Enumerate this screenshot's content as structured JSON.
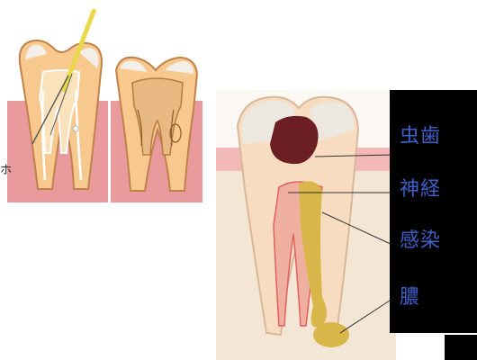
{
  "labels": {
    "cavity": "虫歯",
    "nerve": "神経",
    "infection": "感染",
    "pus": "膿"
  },
  "fragment_text": "ホ",
  "colors": {
    "label_text": "#3d60c8",
    "label_bg": "#000000",
    "gum": "#e89a9c",
    "dentin": "#f7c98f",
    "enamel": "#f3efe8",
    "decay": "#6b1e24",
    "infection": "#d8b64a",
    "file_tool": "#e8d84a"
  },
  "icons": [
    "endodontic-file-icon"
  ]
}
